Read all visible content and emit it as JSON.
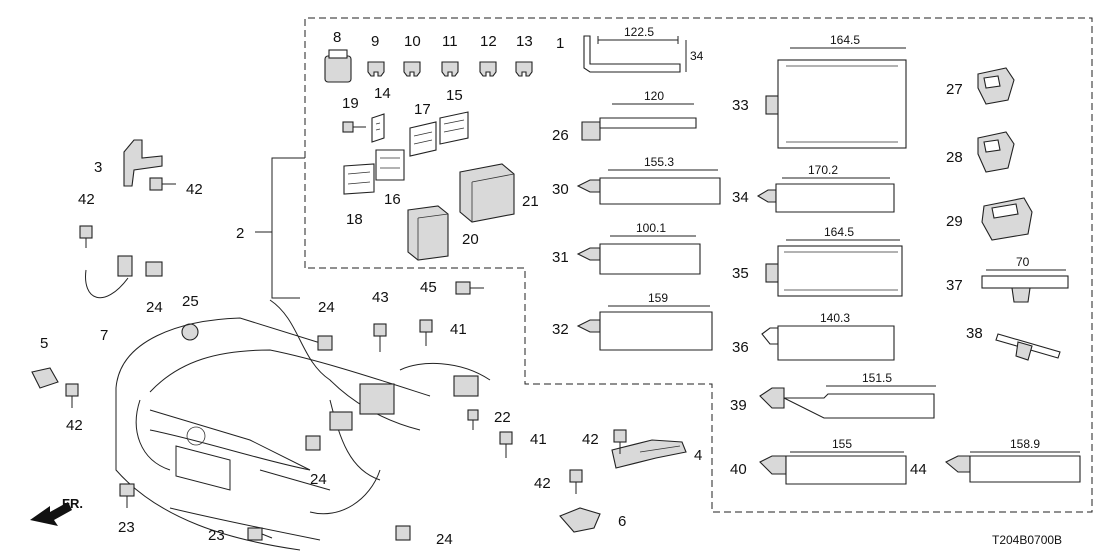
{
  "diagram_code": "T204B0700B",
  "front_marker": "FR.",
  "part_numbers": {
    "p1": "1",
    "p2": "2",
    "p3": "3",
    "p4": "4",
    "p5": "5",
    "p6": "6",
    "p7": "7",
    "p8": "8",
    "p9": "9",
    "p10": "10",
    "p11": "11",
    "p12": "12",
    "p13": "13",
    "p14": "14",
    "p15": "15",
    "p16": "16",
    "p17": "17",
    "p18": "18",
    "p19": "19",
    "p20": "20",
    "p21": "21",
    "p22": "22",
    "p23a": "23",
    "p23b": "23",
    "p24a": "24",
    "p24b": "24",
    "p24c": "24",
    "p24d": "24",
    "p25": "25",
    "p26": "26",
    "p27": "27",
    "p28": "28",
    "p29": "29",
    "p30": "30",
    "p31": "31",
    "p32": "32",
    "p33": "33",
    "p34": "34",
    "p35": "35",
    "p36": "36",
    "p37": "37",
    "p38": "38",
    "p39": "39",
    "p40": "40",
    "p41a": "41",
    "p41b": "41",
    "p42a": "42",
    "p42b": "42",
    "p42c": "42",
    "p42d": "42",
    "p42e": "42",
    "p43": "43",
    "p44": "44",
    "p45": "45"
  },
  "dimensions": {
    "d1_len": "122.5",
    "d1_h": "34",
    "d26": "120",
    "d30": "155.3",
    "d31": "100.1",
    "d32": "159",
    "d33": "164.5",
    "d34": "170.2",
    "d35": "164.5",
    "d36": "140.3",
    "d37": "70",
    "d39": "151.5",
    "d40": "155",
    "d44": "158.9"
  }
}
